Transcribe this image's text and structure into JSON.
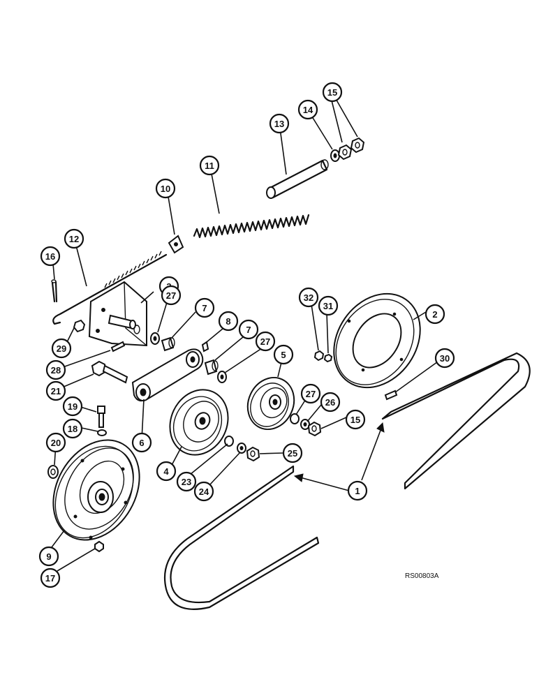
{
  "callouts": [
    {
      "id": "c1",
      "label": "1"
    },
    {
      "id": "c2",
      "label": "2"
    },
    {
      "id": "c3",
      "label": "3"
    },
    {
      "id": "c4",
      "label": "4"
    },
    {
      "id": "c5",
      "label": "5"
    },
    {
      "id": "c6",
      "label": "6"
    },
    {
      "id": "c7a",
      "label": "7"
    },
    {
      "id": "c7b",
      "label": "7"
    },
    {
      "id": "c8",
      "label": "8"
    },
    {
      "id": "c9",
      "label": "9"
    },
    {
      "id": "c10",
      "label": "10"
    },
    {
      "id": "c11",
      "label": "11"
    },
    {
      "id": "c12",
      "label": "12"
    },
    {
      "id": "c13",
      "label": "13"
    },
    {
      "id": "c14",
      "label": "14"
    },
    {
      "id": "c15a",
      "label": "15"
    },
    {
      "id": "c15b",
      "label": "15"
    },
    {
      "id": "c16",
      "label": "16"
    },
    {
      "id": "c17",
      "label": "17"
    },
    {
      "id": "c18",
      "label": "18"
    },
    {
      "id": "c19",
      "label": "19"
    },
    {
      "id": "c20",
      "label": "20"
    },
    {
      "id": "c21",
      "label": "21"
    },
    {
      "id": "c23",
      "label": "23"
    },
    {
      "id": "c24",
      "label": "24"
    },
    {
      "id": "c25",
      "label": "25"
    },
    {
      "id": "c26",
      "label": "26"
    },
    {
      "id": "c27a",
      "label": "27"
    },
    {
      "id": "c27b",
      "label": "27"
    },
    {
      "id": "c27c",
      "label": "27"
    },
    {
      "id": "c28",
      "label": "28"
    },
    {
      "id": "c29",
      "label": "29"
    },
    {
      "id": "c30",
      "label": "30"
    },
    {
      "id": "c31",
      "label": "31"
    },
    {
      "id": "c32",
      "label": "32"
    }
  ],
  "reference_code": "RS00803A"
}
